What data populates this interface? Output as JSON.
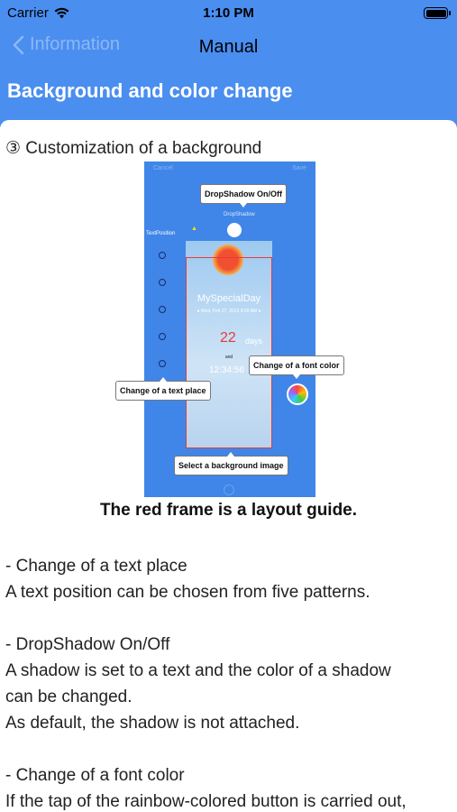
{
  "status_bar": {
    "carrier": "Carrier",
    "time": "1:10 PM"
  },
  "nav": {
    "back_label": "Information",
    "title": "Manual"
  },
  "section_title": "Background and color change",
  "content": {
    "subtitle": "③ Customization of a background",
    "screenshot": {
      "cancel": "Cancel",
      "save": "Save",
      "dropshadow_small": "DropShadow",
      "text_position_label": "TextPosition",
      "special_day": "MySpecialDay",
      "date_line": "● Wed, Feb 27, 2013 9:00 AM ●",
      "days_number": "22",
      "days_unit": "days",
      "and_text": "and",
      "clock": "12:34:56",
      "callouts": {
        "dropshadow": "DropShadow On/Off",
        "font_color": "Change of a font color",
        "text_place": "Change of a text place",
        "background_image": "Select a background image"
      }
    },
    "caption": "The red frame is a layout guide.",
    "paragraphs": [
      "- Change of a text place",
      "A text position can be chosen from five patterns.",
      "",
      "- DropShadow On/Off",
      "A shadow is set to a text and the color of a shadow",
      "can be changed.",
      "As default, the shadow is not attached.",
      "",
      "- Change of a font color",
      "If the tap of the rainbow-colored button is carried out,"
    ]
  },
  "colors": {
    "primary_blue": "#4a8ef0",
    "frame_red": "#e83a3a"
  }
}
